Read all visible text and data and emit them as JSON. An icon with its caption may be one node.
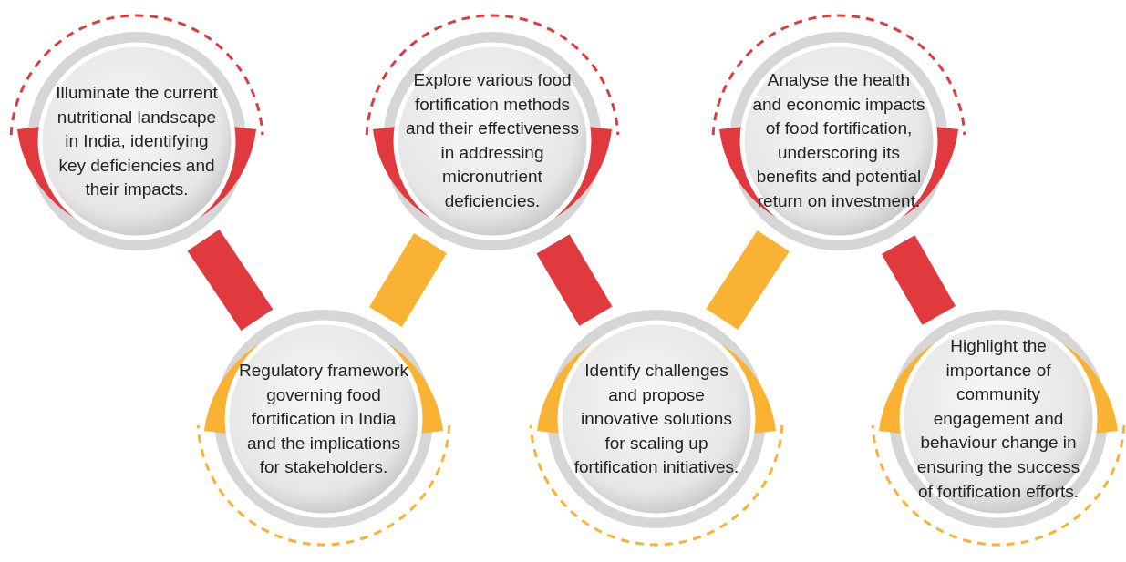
{
  "diagram": {
    "nodes": [
      {
        "text": [
          "Illuminate the current nutritional landscape in India, identifying key deficiencies and their impacts."
        ]
      },
      {
        "text": [
          "Regulatory framework governing food fortification in India and the implications for stakeholders."
        ]
      },
      {
        "text": [
          "Explore various food fortification methods and their effectiveness in addressing micronutrient deficiencies."
        ]
      },
      {
        "text": [
          "Identify challenges and propose innovative solutions for scaling up fortification initiatives."
        ]
      },
      {
        "text": [
          "Analyse the health and economic impacts of food fortification, underscoring its benefits and potential return on investment."
        ]
      },
      {
        "text": [
          "Highlight the importance of community engagement and behaviour change in ensuring the success of fortification efforts."
        ]
      }
    ],
    "edges": [
      {
        "from": 0,
        "to": 1,
        "arrow": "none"
      },
      {
        "from": 1,
        "to": 2,
        "arrow": "none",
        "color": "#f9b233"
      },
      {
        "from": 2,
        "to": 3,
        "arrow": "none"
      },
      {
        "from": 3,
        "to": 4,
        "arrow": "none",
        "color": "#f9b233"
      },
      {
        "from": 4,
        "to": 5,
        "arrow": "none"
      }
    ]
  }
}
